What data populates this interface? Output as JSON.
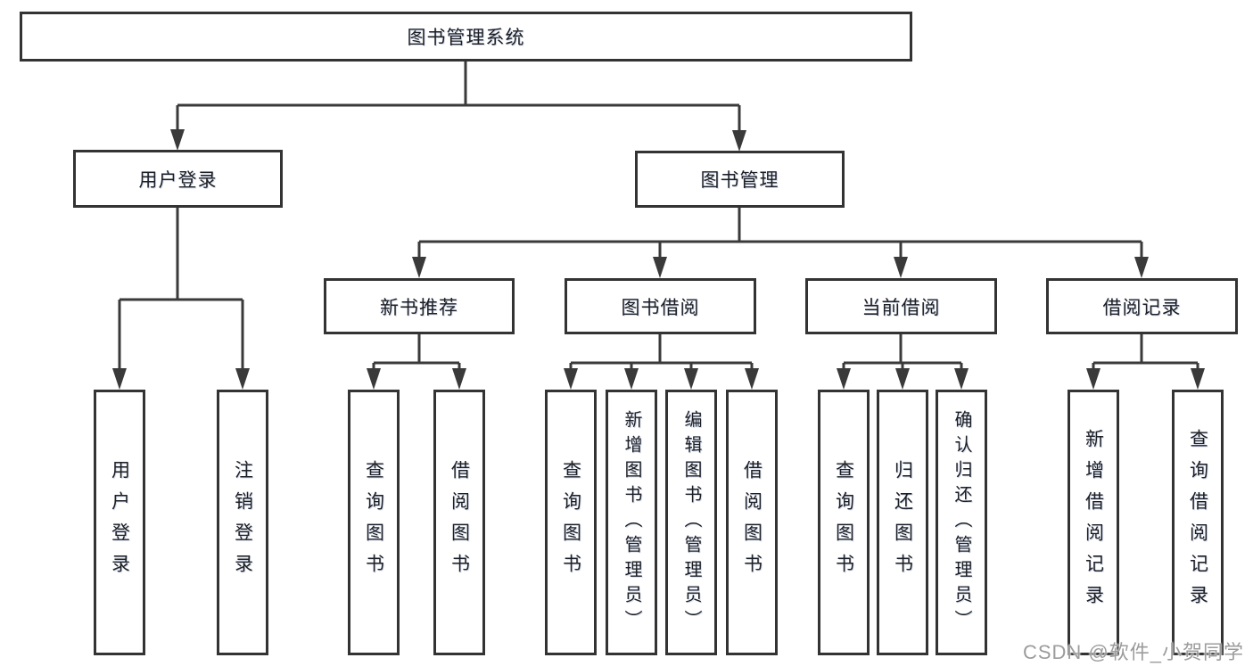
{
  "diagram": {
    "nodes": {
      "root": "图书管理系统",
      "user_login": "用户登录",
      "book_mgmt": "图书管理",
      "new_books": "新书推荐",
      "book_borrow": "图书借阅",
      "current_borrow": "当前借阅",
      "borrow_records": "借阅记录"
    },
    "leaves": [
      {
        "label": "用户登录",
        "parent": "用户登录"
      },
      {
        "label": "注销登录",
        "parent": "用户登录"
      },
      {
        "label": "查询图书",
        "parent": "新书推荐"
      },
      {
        "label": "借阅图书",
        "parent": "新书推荐"
      },
      {
        "label": "查询图书",
        "parent": "图书借阅"
      },
      {
        "label": "新增图书（管理员）",
        "parent": "图书借阅"
      },
      {
        "label": "编辑图书（管理员）",
        "parent": "图书借阅"
      },
      {
        "label": "借阅图书",
        "parent": "图书借阅"
      },
      {
        "label": "查询图书",
        "parent": "当前借阅"
      },
      {
        "label": "归还图书",
        "parent": "当前借阅"
      },
      {
        "label": "确认归还（管理员）",
        "parent": "当前借阅"
      },
      {
        "label": "新增借阅记录",
        "parent": "借阅记录"
      },
      {
        "label": "查询借阅记录",
        "parent": "借阅记录"
      }
    ],
    "colors": {
      "line": "#3a3a3a",
      "box_border": "#333333",
      "text": "#1f1f1f",
      "watermark": "#9c9c9c",
      "background": "#ffffff"
    }
  },
  "watermark": "CSDN @软件_小贺同学"
}
